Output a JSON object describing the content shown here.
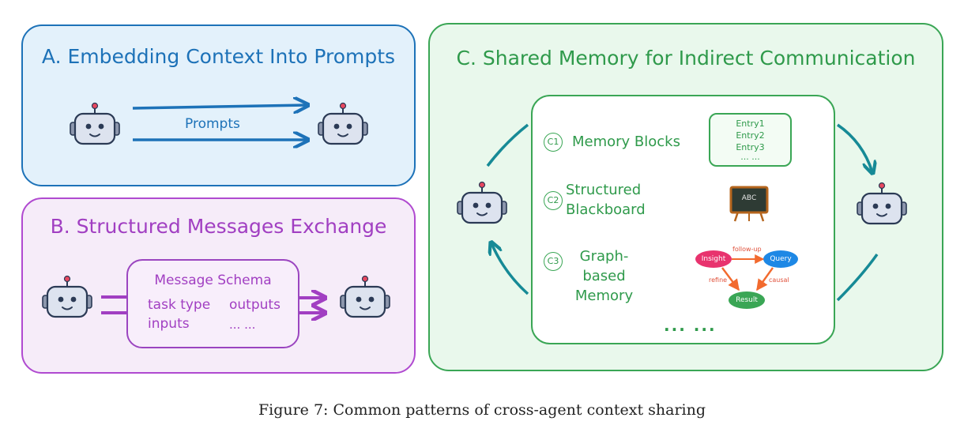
{
  "panels": {
    "a": {
      "title": "A. Embedding Context Into Prompts",
      "arrow_label": "Prompts",
      "color": "#1d72b8"
    },
    "b": {
      "title": "B. Structured Messages Exchange",
      "schema_title": "Message Schema",
      "schema_fields": [
        "task type",
        "outputs",
        "inputs",
        "... ..."
      ],
      "color": "#a13fc2"
    },
    "c": {
      "title": "C. Shared Memory for Indirect Communication",
      "color": "#2f9a4b",
      "items": [
        {
          "badge": "C1",
          "label": "Memory Blocks"
        },
        {
          "badge": "C2",
          "label_lines": [
            "Structured",
            "Blackboard"
          ]
        },
        {
          "badge": "C3",
          "label_lines": [
            "Graph-based",
            "Memory"
          ]
        }
      ],
      "entries": [
        "Entry1",
        "Entry2",
        "Entry3",
        "... ..."
      ],
      "blackboard_text": "ABC",
      "graph": {
        "nodes": [
          "Insight",
          "Query",
          "Result"
        ],
        "edges": [
          "follow-up",
          "refine",
          "causal"
        ]
      },
      "more": "... ..."
    }
  },
  "caption": "Figure 7: Common patterns of cross-agent context sharing",
  "icons": {
    "agent": "robot-icon",
    "blackboard": "chalkboard-icon"
  }
}
